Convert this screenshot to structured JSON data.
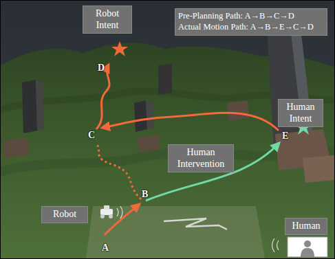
{
  "diagram": {
    "nodes": [
      {
        "text": [
          "Robot Intent"
        ]
      },
      {
        "text": [
          "Pre-Planning Path: A→B→C→D",
          "Actual Motion Path: A→B→E→C→D"
        ]
      },
      {
        "text": [
          "Human Intent"
        ]
      },
      {
        "text": [
          "Human Intervention"
        ]
      },
      {
        "text": [
          "Robot"
        ]
      },
      {
        "text": [
          "Human"
        ]
      }
    ],
    "labels": [
      "D",
      "C",
      "E",
      "B",
      "A"
    ]
  }
}
